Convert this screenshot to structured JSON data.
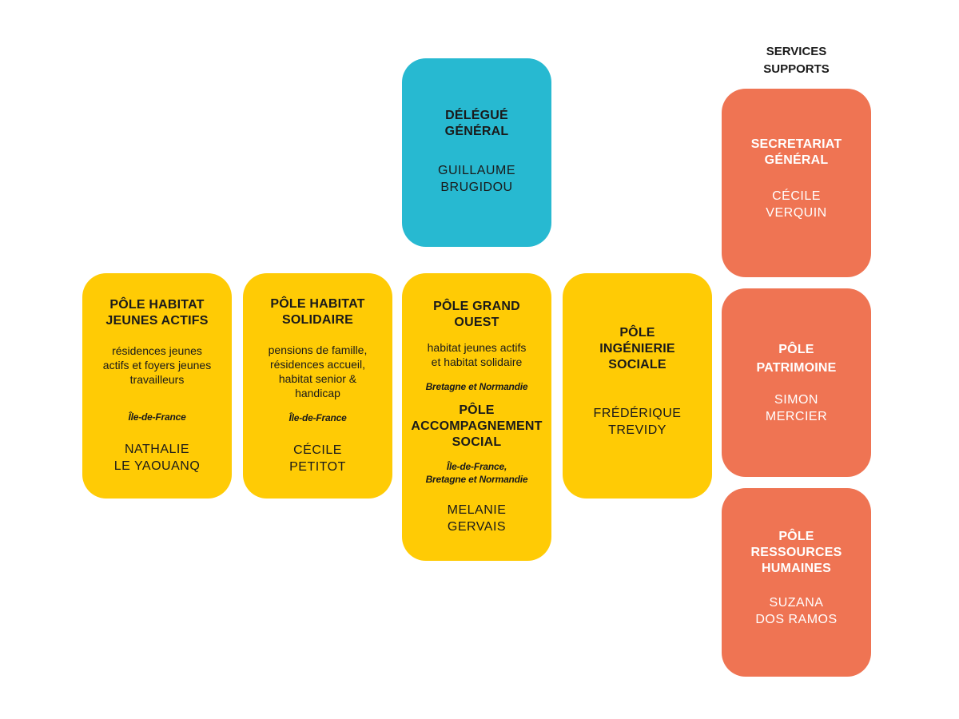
{
  "header": {
    "services_supports": "SERVICES\nSUPPORTS"
  },
  "delegue": {
    "title": "DÉLÉGUÉ\nGÉNÉRAL",
    "person": "GUILLAUME\nBRUGIDOU"
  },
  "pole_habitat_jeunes_actifs": {
    "title": "PÔLE HABITAT\nJEUNES ACTIFS",
    "desc": "résidences jeunes\nactifs et foyers jeunes\ntravailleurs",
    "region": "Île-de-France",
    "person": "NATHALIE\nLE YAOUANQ"
  },
  "pole_habitat_solidaire": {
    "title": "PÔLE HABITAT\nSOLIDAIRE",
    "desc": "pensions de famille,\nrésidences accueil,\nhabitat senior &\nhandicap",
    "region": "Île-de-France",
    "person": "CÉCILE\nPETITOT"
  },
  "pole_grand_ouest": {
    "title": "PÔLE GRAND\nOUEST",
    "desc": "habitat jeunes actifs\net habitat solidaire",
    "region": "Bretagne et Normandie",
    "title2": "PÔLE\nACCOMPAGNEMENT\nSOCIAL",
    "region2": "Île-de-France,\nBretagne et Normandie",
    "person": "MELANIE\nGERVAIS"
  },
  "pole_ingenierie_sociale": {
    "title": "PÔLE\nINGÉNIERIE\nSOCIALE",
    "person": "FRÉDÉRIQUE\nTREVIDY"
  },
  "secretariat_general": {
    "title": "SECRETARIAT\nGÉNÉRAL",
    "person": "CÉCILE\nVERQUIN"
  },
  "pole_patrimoine": {
    "title": "PÔLE\nPATRIMOINE",
    "person": "SIMON\nMERCIER"
  },
  "pole_ressources_humaines": {
    "title": "PÔLE\nRESSOURCES\nHUMAINES",
    "person": "SUZANA\nDOS RAMOS"
  },
  "colors": {
    "yellow": "#ffcb05",
    "blue": "#27b9d1",
    "orange": "#ef7453"
  }
}
